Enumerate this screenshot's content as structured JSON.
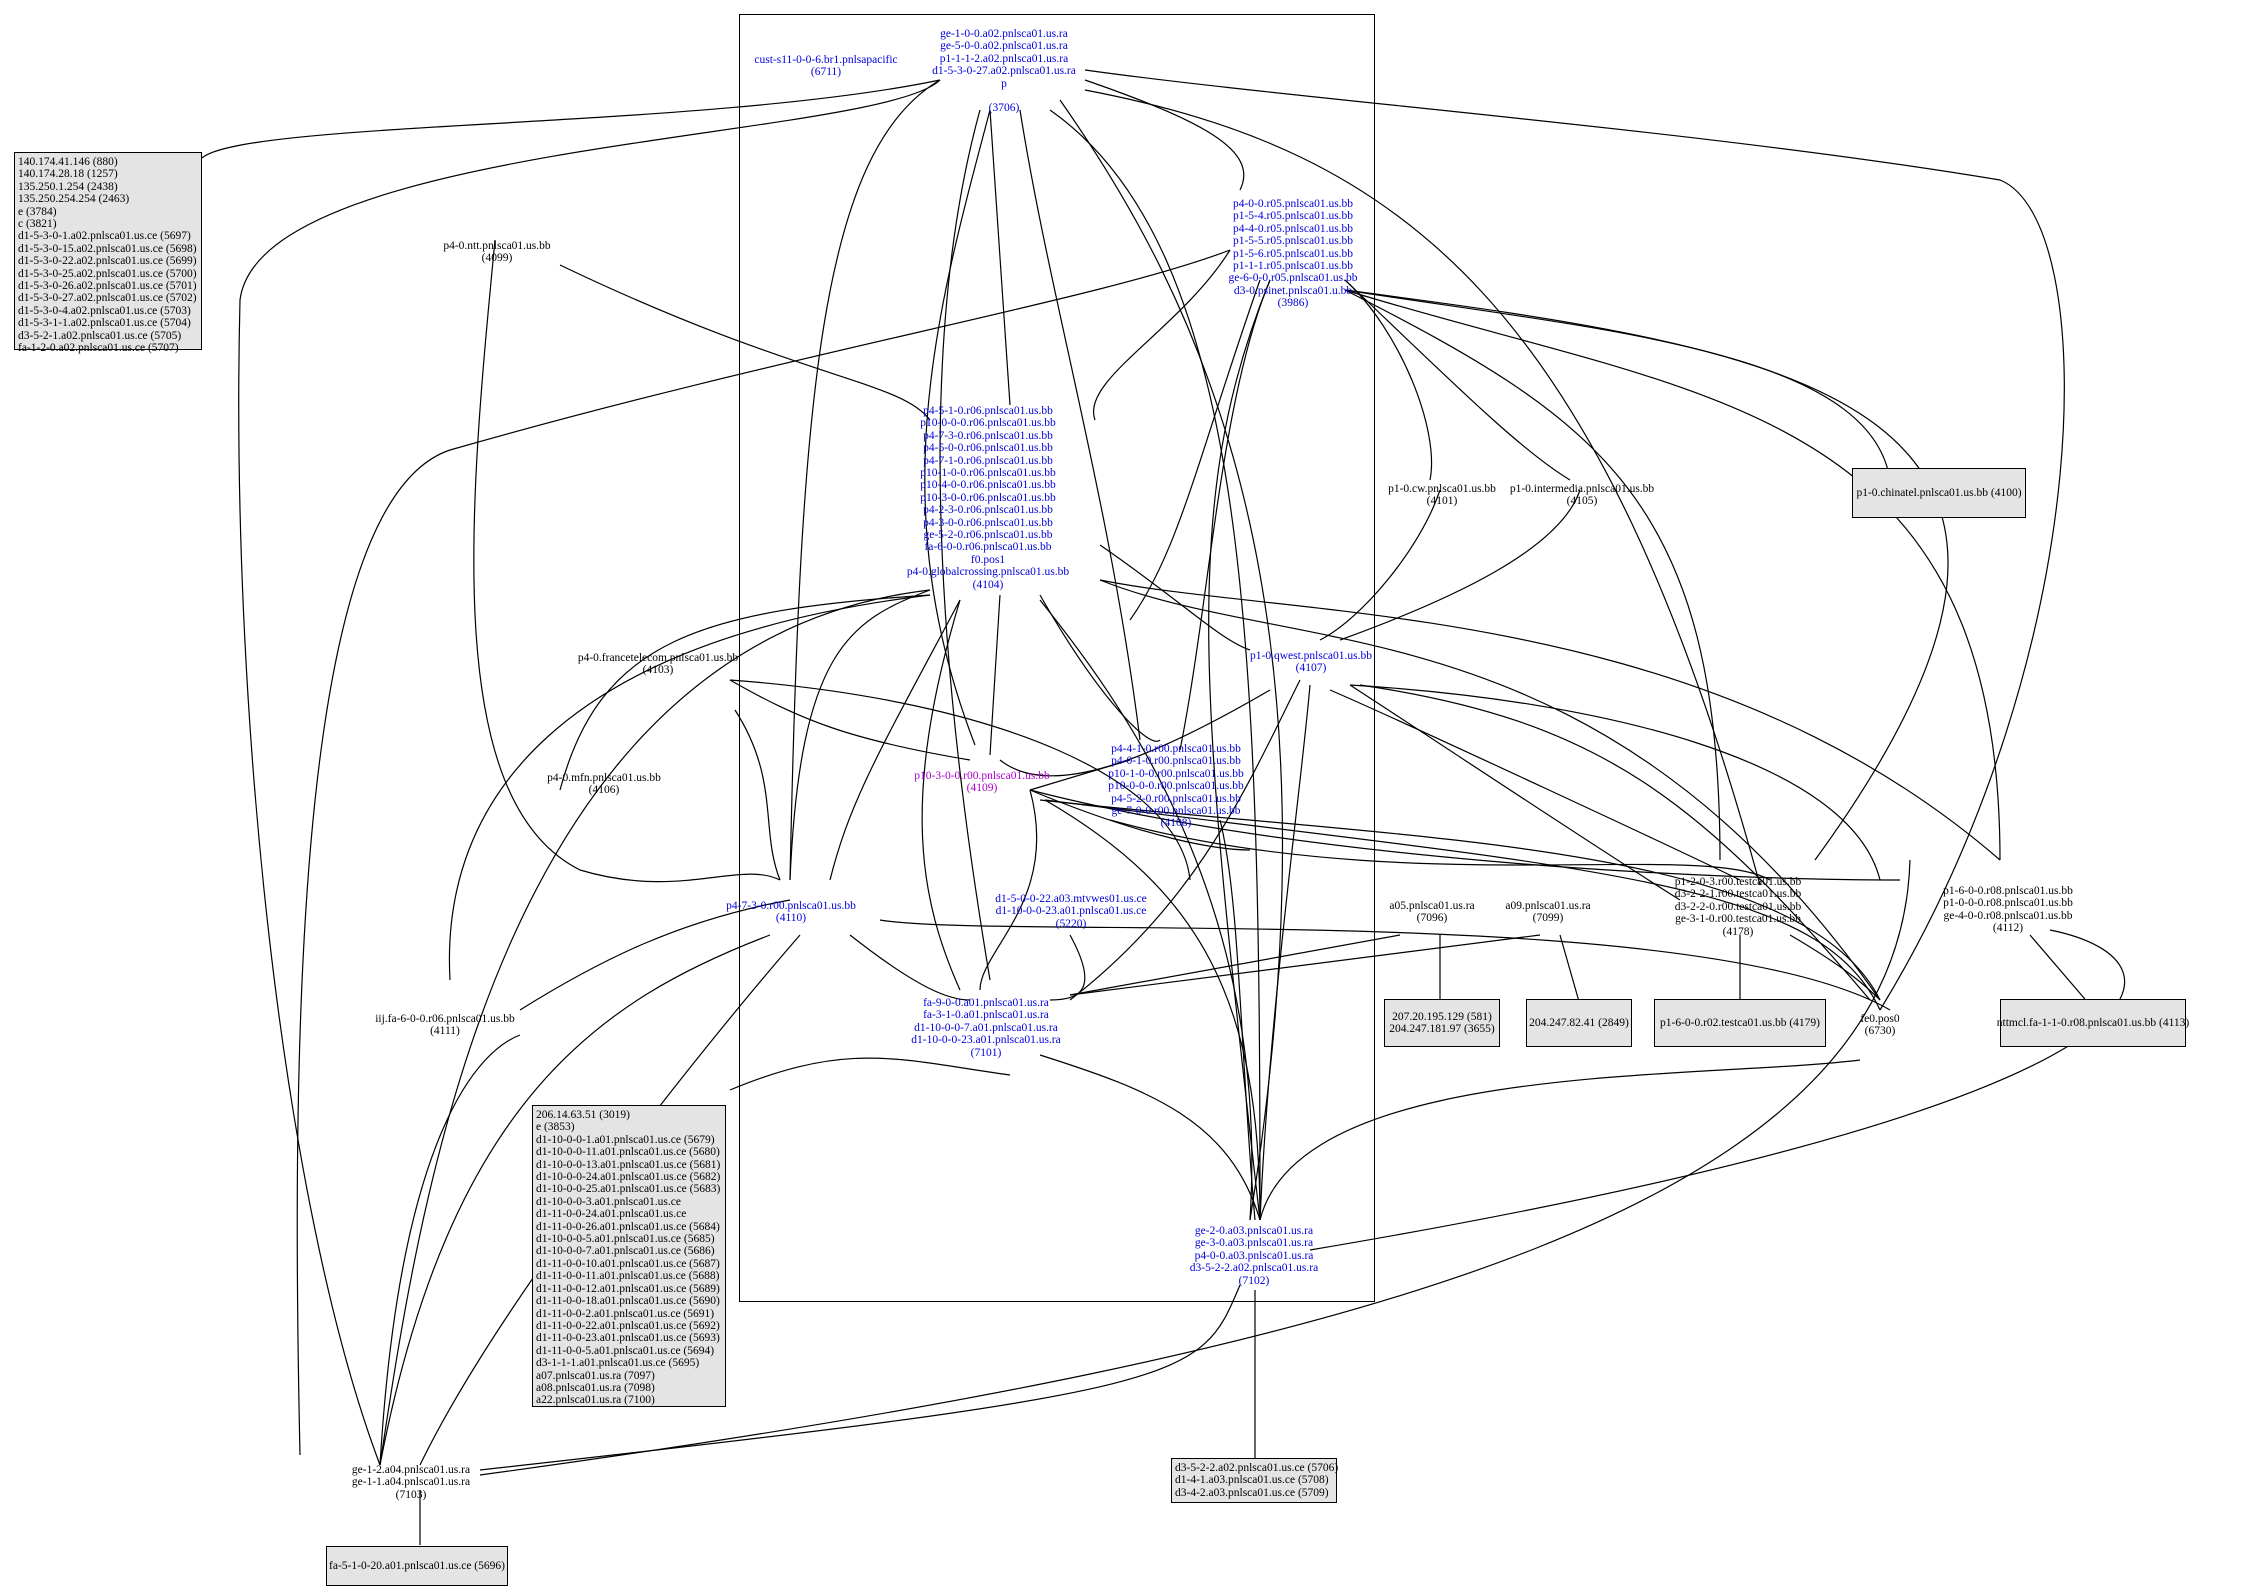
{
  "graph": {
    "nodes": [
      {
        "id": "n3706",
        "color": "blue",
        "lines": [
          "ge-1-0-0.a02.pnlsca01.us.ra",
          "ge-5-0-0.a02.pnlsca01.us.ra",
          "p1-1-1-2.a02.pnlsca01.us.ra",
          "d1-5-3-0-27.a02.pnlsca01.us.ra",
          "p",
          "",
          "(3706)"
        ]
      },
      {
        "id": "n6711",
        "color": "blue",
        "lines": [
          "cust-s11-0-0-6.br1.pnlsapacific",
          "(6711)"
        ]
      },
      {
        "id": "n4099",
        "color": "black",
        "lines": [
          "p4-0.ntt.pnlsca01.us.bb",
          "(4099)"
        ]
      },
      {
        "id": "n3986",
        "color": "blue",
        "lines": [
          "p4-0-0.r05.pnlsca01.us.bb",
          "p1-5-4.r05.pnlsca01.us.bb",
          "p4-4-0.r05.pnlsca01.us.bb",
          "p1-5-5.r05.pnlsca01.us.bb",
          "p1-5-6.r05.pnlsca01.us.bb",
          "p1-1-1.r05.pnlsca01.us.bb",
          "ge-6-0-0.r05.pnlsca01.us.bb",
          "d3-0.psinet.pnlsca01.u.bb",
          "(3986)"
        ]
      },
      {
        "id": "n4104",
        "color": "blue",
        "lines": [
          "p4-5-1-0.r06.pnlsca01.us.bb",
          "p10-0-0-0.r06.pnlsca01.us.bb",
          "p4-7-3-0.r06.pnlsca01.us.bb",
          "p4-5-0-0.r06.pnlsca01.us.bb",
          "p4-7-1-0.r06.pnlsca01.us.bb",
          "p10-1-0-0.r06.pnlsca01.us.bb",
          "p10-4-0-0.r06.pnlsca01.us.bb",
          "p10-3-0-0.r06.pnlsca01.us.bb",
          "p4-2-3-0.r06.pnlsca01.us.bb",
          "p4-3-0-0.r06.pnlsca01.us.bb",
          "ge-5-2-0.r06.pnlsca01.us.bb",
          "fa-6-0-0.r06.pnlsca01.us.bb",
          "f0.pos1",
          "p4-0.globalcrossing.pnlsca01.us.bb",
          "(4104)"
        ]
      },
      {
        "id": "n4101",
        "color": "black",
        "lines": [
          "p1-0.cw.pnlsca01.us.bb",
          "(4101)"
        ]
      },
      {
        "id": "n4105",
        "color": "black",
        "lines": [
          "p1-0.intermedia.pnlsca01.us.bb",
          "(4105)"
        ]
      },
      {
        "id": "n4103",
        "color": "black",
        "lines": [
          "p4-0.francetelecom.pnlsca01.us.bb",
          "(4103)"
        ]
      },
      {
        "id": "n4107",
        "color": "blue",
        "lines": [
          "p1-0.qwest.pnlsca01.us.bb",
          "(4107)"
        ]
      },
      {
        "id": "n4106",
        "color": "black",
        "lines": [
          "p4-0.mfn.pnlsca01.us.bb",
          "(4106)"
        ]
      },
      {
        "id": "n4109",
        "color": "purple",
        "lines": [
          "p10-3-0-0.r00.pnlsca01.us.bb",
          "(4109)"
        ]
      },
      {
        "id": "n4108",
        "color": "blue",
        "lines": [
          "p4-4-1-0.r00.pnlsca01.us.bb",
          "p4-0-1-0.r00.pnlsca01.us.bb",
          "p10-1-0-0.r00.pnlsca01.us.bb",
          "p10-0-0-0.r00.pnlsca01.us.bb",
          "p4-5-2-0.r00.pnlsca01.us.bb",
          "ge-7-0-0.r00.pnlsca01.us.bb",
          "(4108)"
        ]
      },
      {
        "id": "n4110",
        "color": "blue",
        "lines": [
          "p4-7-3-0.r00.pnlsca01.us.bb",
          "(4110)"
        ]
      },
      {
        "id": "n5220",
        "color": "blue",
        "lines": [
          "d1-5-0-0-22.a03.mtvwes01.us.ce",
          "d1-10-0-0-23.a01.pnlsca01.us.ce",
          "(5220)"
        ]
      },
      {
        "id": "n7096",
        "color": "black",
        "lines": [
          "a05.pnlsca01.us.ra",
          "(7096)"
        ]
      },
      {
        "id": "n7099",
        "color": "black",
        "lines": [
          "a09.pnlsca01.us.ra",
          "(7099)"
        ]
      },
      {
        "id": "n4178",
        "color": "black",
        "lines": [
          "p1-2-0-3.r00.testca01.us.bb",
          "d3-2-2-1.r00.testca01.us.bb",
          "d3-2-2-0.r00.testca01.us.bb",
          "ge-3-1-0.r00.testca01.us.bb",
          "(4178)"
        ]
      },
      {
        "id": "n4112",
        "color": "black",
        "lines": [
          "p1-6-0-0.r08.pnlsca01.us.bb",
          "p1-0-0-0.r08.pnlsca01.us.bb",
          "ge-4-0-0.r08.pnlsca01.us.bb",
          "(4112)"
        ]
      },
      {
        "id": "n4111",
        "color": "black",
        "lines": [
          "iij.fa-6-0-0.r06.pnlsca01.us.bb",
          "(4111)"
        ]
      },
      {
        "id": "n7101",
        "color": "blue",
        "lines": [
          "fa-9-0-0.a01.pnlsca01.us.ra",
          "fa-3-1-0.a01.pnlsca01.us.ra",
          "d1-10-0-0-7.a01.pnlsca01.us.ra",
          "d1-10-0-0-23.a01.pnlsca01.us.ra",
          "(7101)"
        ]
      },
      {
        "id": "n6730",
        "color": "black",
        "lines": [
          "fe0.pos0",
          "(6730)"
        ]
      },
      {
        "id": "n7102",
        "color": "blue",
        "lines": [
          "ge-2-0.a03.pnlsca01.us.ra",
          "ge-3-0.a03.pnlsca01.us.ra",
          "p4-0-0.a03.pnlsca01.us.ra",
          "d3-5-2-2.a02.pnlsca01.us.ra",
          "(7102)"
        ]
      },
      {
        "id": "n7103",
        "color": "black",
        "lines": [
          "ge-1-2.a04.pnlsca01.us.ra",
          "ge-1-1.a04.pnlsca01.us.ra",
          "(7103)"
        ]
      }
    ],
    "boxes": [
      {
        "id": "b_left",
        "lines": [
          "140.174.41.146 (880)",
          "140.174.28.18 (1257)",
          "135.250.1.254 (2438)",
          "135.250.254.254 (2463)",
          "e (3784)",
          "c (3821)",
          "d1-5-3-0-1.a02.pnlsca01.us.ce (5697)",
          "d1-5-3-0-15.a02.pnlsca01.us.ce (5698)",
          "d1-5-3-0-22.a02.pnlsca01.us.ce (5699)",
          "d1-5-3-0-25.a02.pnlsca01.us.ce (5700)",
          "d1-5-3-0-26.a02.pnlsca01.us.ce (5701)",
          "d1-5-3-0-27.a02.pnlsca01.us.ce (5702)",
          "d1-5-3-0-4.a02.pnlsca01.us.ce (5703)",
          "d1-5-3-1-1.a02.pnlsca01.us.ce (5704)",
          "d3-5-2-1.a02.pnlsca01.us.ce (5705)",
          "fa-1-2-0.a02.pnlsca01.us.ce (5707)"
        ]
      },
      {
        "id": "b_4100",
        "lines": [
          "p1-0.chinatel.pnlsca01.us.bb (4100)"
        ]
      },
      {
        "id": "b_581",
        "lines": [
          "207.20.195.129 (581)",
          "204.247.181.97 (3655)"
        ]
      },
      {
        "id": "b_2849",
        "lines": [
          "204.247.82.41 (2849)"
        ]
      },
      {
        "id": "b_4179",
        "lines": [
          "p1-6-0-0.r02.testca01.us.bb (4179)"
        ]
      },
      {
        "id": "b_4113",
        "lines": [
          "nttmcl.fa-1-1-0.r08.pnlsca01.us.bb (4113)"
        ]
      },
      {
        "id": "b_mid",
        "lines": [
          "206.14.63.51 (3019)",
          "e (3853)",
          "d1-10-0-0-1.a01.pnlsca01.us.ce (5679)",
          "d1-10-0-0-11.a01.pnlsca01.us.ce (5680)",
          "d1-10-0-0-13.a01.pnlsca01.us.ce (5681)",
          "d1-10-0-0-24.a01.pnlsca01.us.ce (5682)",
          "d1-10-0-0-25.a01.pnlsca01.us.ce (5683)",
          "d1-10-0-0-3.a01.pnlsca01.us.ce",
          "d1-11-0-0-24.a01.pnlsca01.us.ce",
          "d1-11-0-0-26.a01.pnlsca01.us.ce (5684)",
          "d1-10-0-0-5.a01.pnlsca01.us.ce (5685)",
          "d1-10-0-0-7.a01.pnlsca01.us.ce (5686)",
          "d1-11-0-0-10.a01.pnlsca01.us.ce (5687)",
          "d1-11-0-0-11.a01.pnlsca01.us.ce (5688)",
          "d1-11-0-0-12.a01.pnlsca01.us.ce (5689)",
          "d1-11-0-0-18.a01.pnlsca01.us.ce (5690)",
          "d1-11-0-0-2.a01.pnlsca01.us.ce (5691)",
          "d1-11-0-0-22.a01.pnlsca01.us.ce (5692)",
          "d1-11-0-0-23.a01.pnlsca01.us.ce (5693)",
          "d1-11-0-0-5.a01.pnlsca01.us.ce (5694)",
          "d3-1-1-1.a01.pnlsca01.us.ce (5695)",
          "a07.pnlsca01.us.ra (7097)",
          "a08.pnlsca01.us.ra (7098)",
          "a22.pnlsca01.us.ra (7100)"
        ]
      },
      {
        "id": "b_5706",
        "lines": [
          "d3-5-2-2.a02.pnlsca01.us.ce (5706)",
          "d1-4-1.a03.pnlsca01.us.ce (5708)",
          "d3-4-2.a03.pnlsca01.us.ce (5709)"
        ]
      },
      {
        "id": "b_5696",
        "lines": [
          "fa-5-1-0-20.a01.pnlsca01.us.ce (5696)"
        ]
      }
    ]
  }
}
